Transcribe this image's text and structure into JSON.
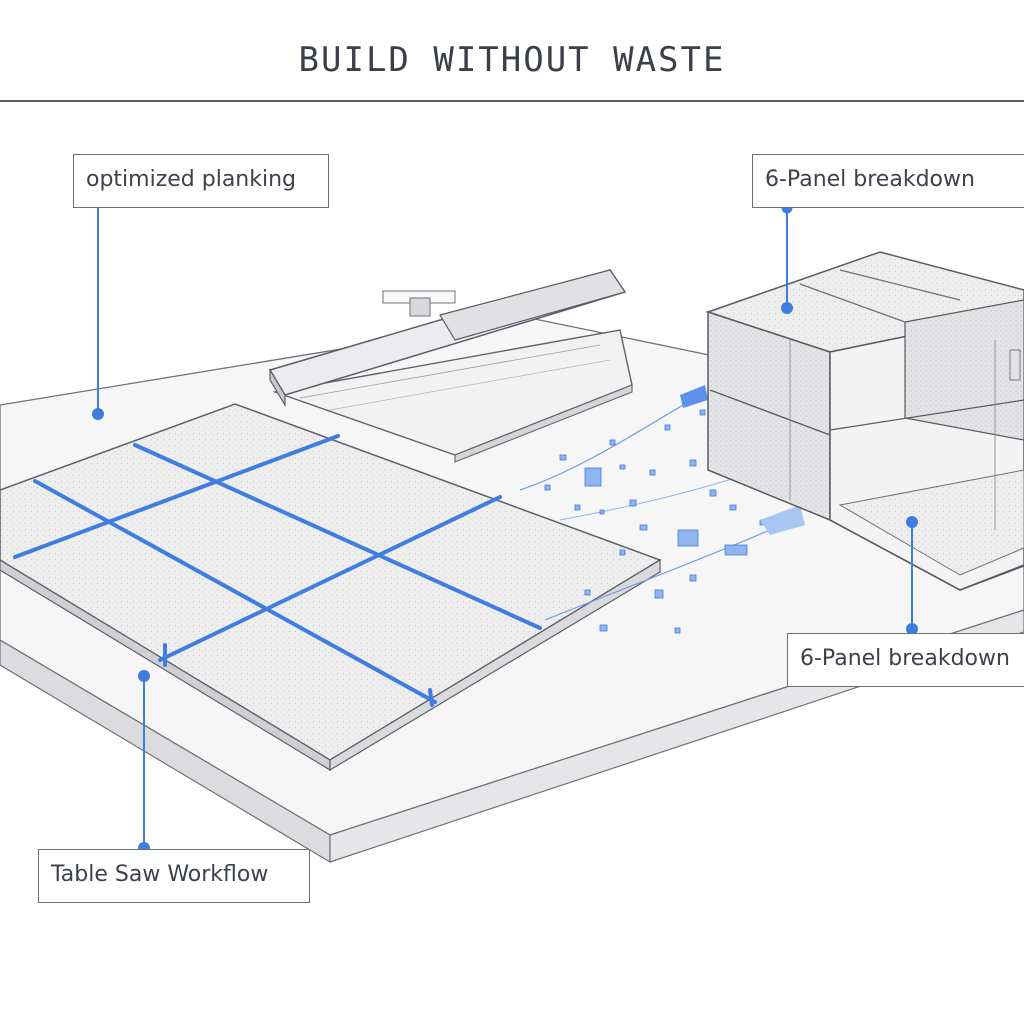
{
  "title": "BUILD WITHOUT WASTE",
  "callouts": {
    "planking": "optimized planking",
    "panel_top": "6-Panel breakdown",
    "panel_bottom": "6-Panel breakdown",
    "saw": "Table Saw Workflow"
  },
  "colors": {
    "accent": "#3f7de0",
    "ink": "#555a63"
  }
}
